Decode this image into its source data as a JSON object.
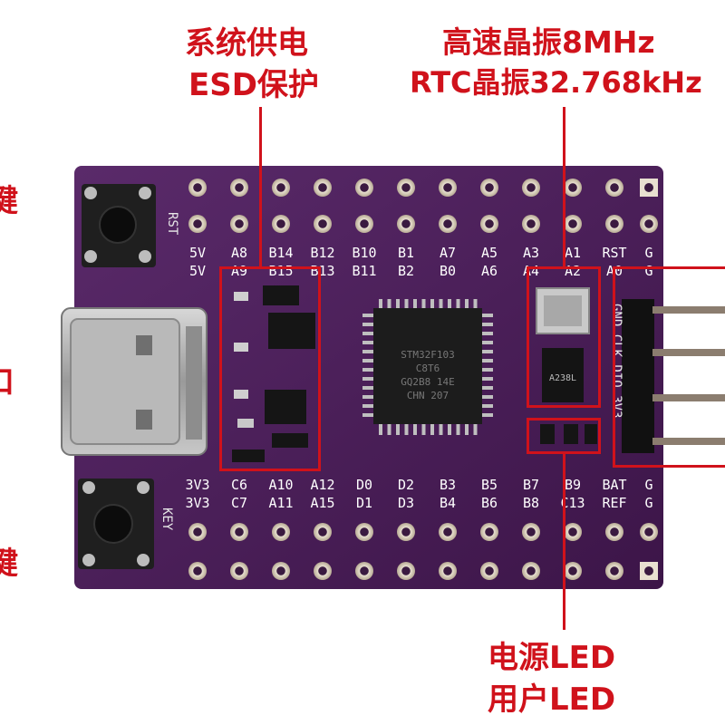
{
  "annotations": {
    "power_esd_line1": "系统供电",
    "power_esd_line2": "ESD保护",
    "crystal_line1": "高速晶振8MHz",
    "crystal_line2": "RTC晶振32.768kHz",
    "led_line1": "电源LED",
    "led_line2": "用户LED",
    "left_top_partial": "键",
    "left_mid_partial": "口",
    "left_bottom_partial": "键"
  },
  "board": {
    "pcb_color": "#4a1e5a",
    "rst_label": "RST",
    "key_label": "KEY",
    "top_row_1": [
      "5V",
      "A8",
      "B14",
      "B12",
      "B10",
      "B1",
      "A7",
      "A5",
      "A3",
      "A1",
      "RST",
      "G"
    ],
    "top_row_2": [
      "5V",
      "A9",
      "B15",
      "B13",
      "B11",
      "B2",
      "B0",
      "A6",
      "A4",
      "A2",
      "A0",
      "G"
    ],
    "bottom_row_1": [
      "3V3",
      "C6",
      "A10",
      "A12",
      "D0",
      "D2",
      "B3",
      "B5",
      "B7",
      "B9",
      "BAT",
      "G"
    ],
    "bottom_row_2": [
      "3V3",
      "C7",
      "A11",
      "A15",
      "D1",
      "D3",
      "B4",
      "B6",
      "B8",
      "C13",
      "REF",
      "G"
    ],
    "swd_header_label": "GND CLK DIO 3V3",
    "chip_marking": [
      "STM32F103",
      "C8T6",
      "GQ2B8 14E",
      "CHN 207"
    ],
    "small_ic_marking": "A238L"
  }
}
